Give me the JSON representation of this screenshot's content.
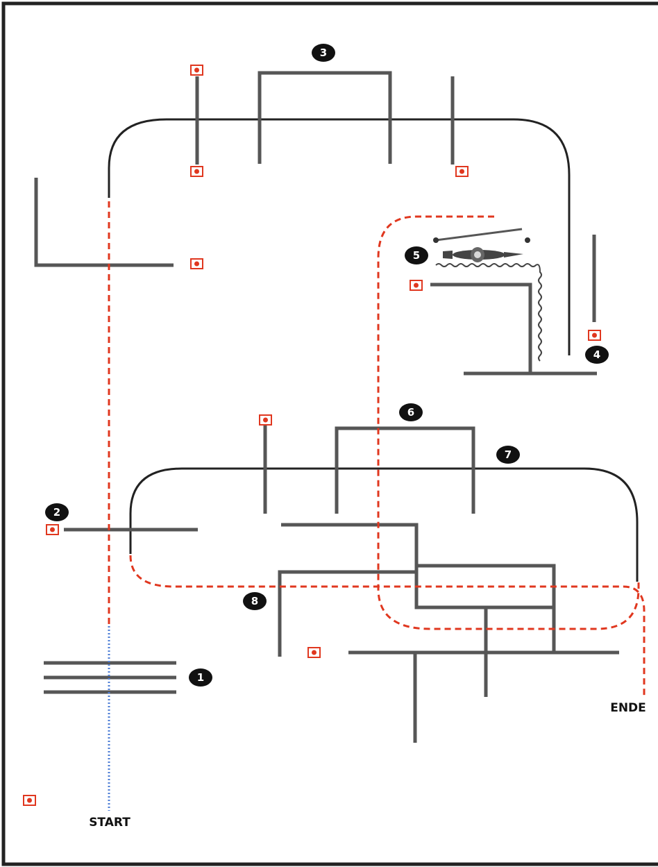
{
  "labels": {
    "start": "START",
    "end": "ENDE"
  },
  "stations": [
    "1",
    "2",
    "3",
    "4",
    "5",
    "6",
    "7",
    "8"
  ],
  "icons": {
    "camera": "camera-icon",
    "horse": "horse-rider-icon",
    "spring": "spring-icon",
    "station_marker": "number-badge"
  },
  "colors": {
    "walls": "#565656",
    "arcs": "#222222",
    "path": "#e0371f",
    "start_path": "#4f7fd6",
    "camera": "#e0371f",
    "badge": "#111111"
  }
}
